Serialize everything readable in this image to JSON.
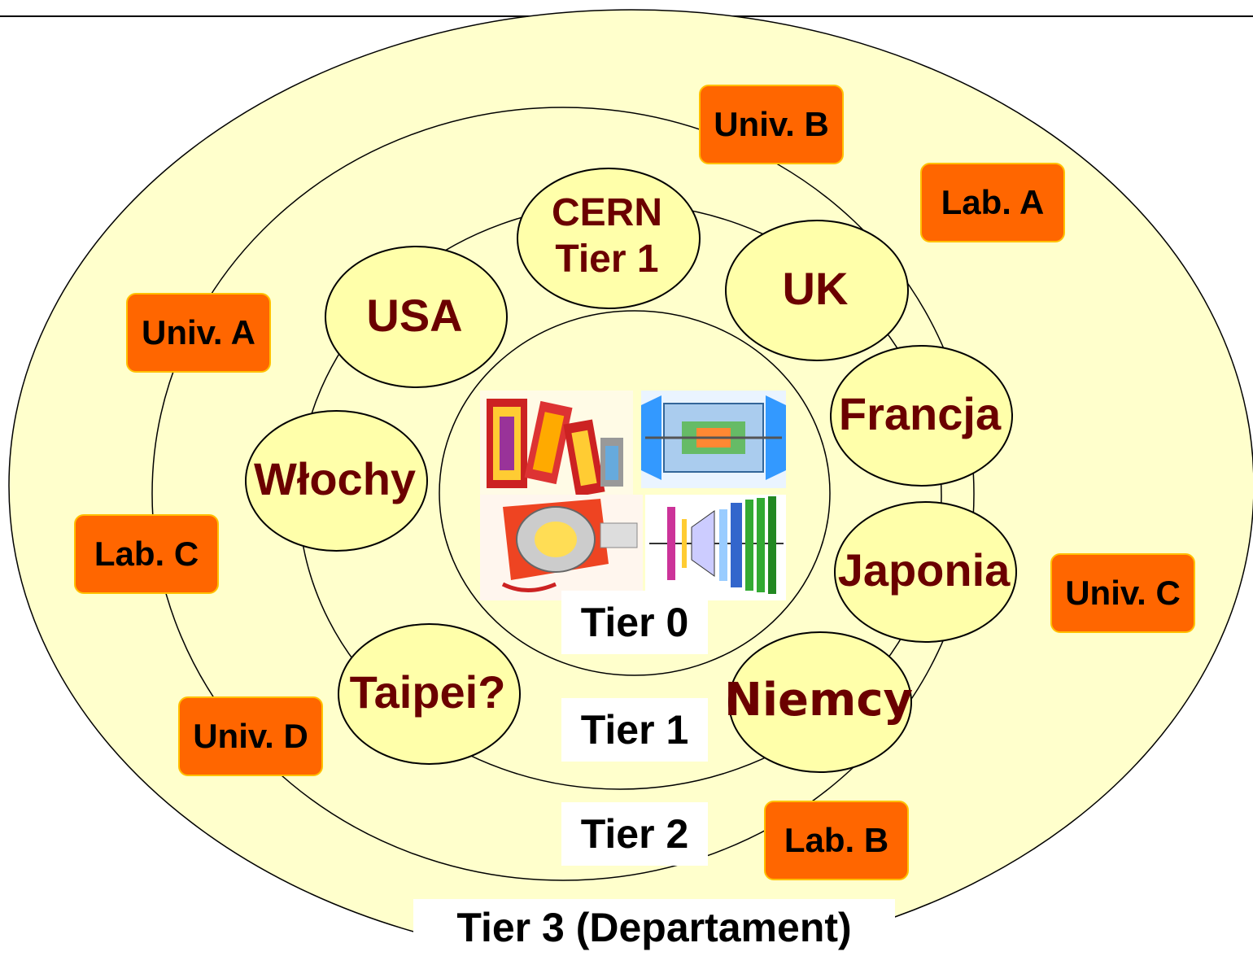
{
  "tier0": {
    "label": "Tier 0"
  },
  "tier1": {
    "label": "Tier 1",
    "centers": {
      "cern": "CERN\nTier 1",
      "uk": "UK",
      "usa": "USA",
      "francja": "Francja",
      "wlochy": "Włochy",
      "japonia": "Japonia",
      "taipei": "Taipei?",
      "niemcy": "Niemcy"
    }
  },
  "tier2": {
    "label": "Tier 2",
    "sites": {
      "univ_b": "Univ. B",
      "lab_a": "Lab. A",
      "univ_a": "Univ. A",
      "lab_c": "Lab. C",
      "univ_c": "Univ. C",
      "univ_d": "Univ. D",
      "lab_b": "Lab. B"
    }
  },
  "tier3": {
    "label": "Tier 3 (Departament)"
  },
  "colors": {
    "ring_fill": "#ffffcc",
    "tier1_center_fill": "#ffffaa",
    "tier1_text": "#6b0000",
    "site_box_fill": "#ff6600",
    "site_box_border": "#ffc000",
    "line": "#000000"
  },
  "icons": [
    "atlas-detector-icon",
    "cms-detector-icon",
    "alice-detector-icon",
    "lhcb-detector-icon"
  ]
}
